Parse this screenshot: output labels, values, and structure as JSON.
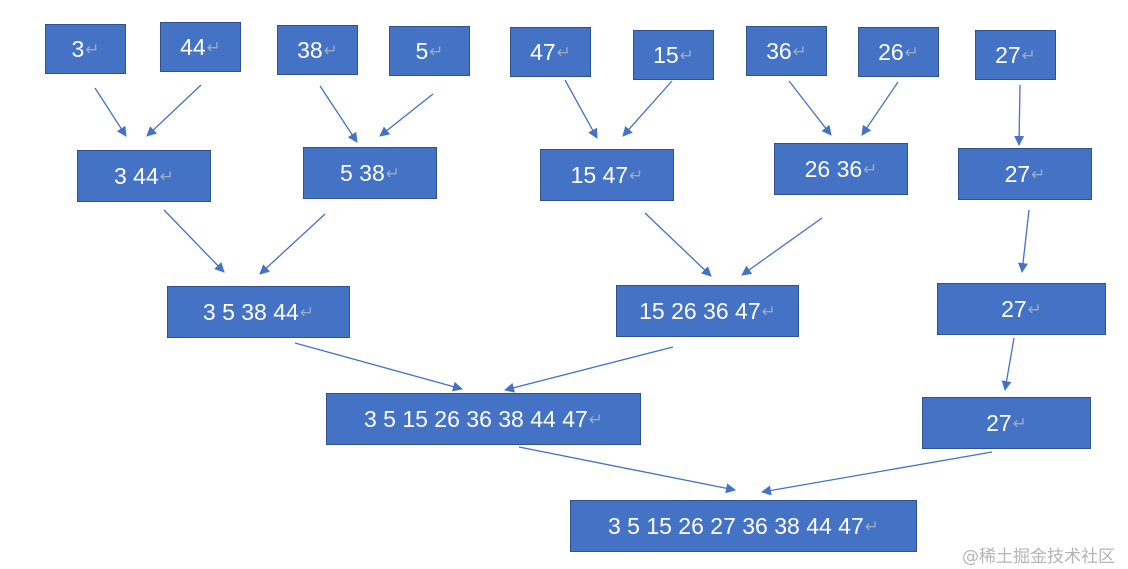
{
  "nodes": [
    {
      "id": "n3",
      "label": "3"
    },
    {
      "id": "n44",
      "label": "44"
    },
    {
      "id": "n38",
      "label": "38"
    },
    {
      "id": "n5",
      "label": "5"
    },
    {
      "id": "n47",
      "label": "47"
    },
    {
      "id": "n15",
      "label": "15"
    },
    {
      "id": "n36",
      "label": "36"
    },
    {
      "id": "n26",
      "label": "26"
    },
    {
      "id": "n27a",
      "label": "27"
    },
    {
      "id": "m1",
      "label": "3 44"
    },
    {
      "id": "m2",
      "label": "5 38"
    },
    {
      "id": "m3",
      "label": "15 47"
    },
    {
      "id": "m4",
      "label": "26 36"
    },
    {
      "id": "m5",
      "label": "27"
    },
    {
      "id": "p1",
      "label": "3 5 38 44"
    },
    {
      "id": "p2",
      "label": "15 26 36 47"
    },
    {
      "id": "p3",
      "label": "27"
    },
    {
      "id": "q1",
      "label": "3 5 15 26 36 38 44 47"
    },
    {
      "id": "q2",
      "label": "27"
    },
    {
      "id": "r1",
      "label": "3 5 15 26 27 36 38 44 47"
    }
  ],
  "return_mark": "↵",
  "node_colors": {
    "fill": "#4472c4",
    "border": "#2f528f",
    "text": "#ffffff",
    "arrow": "#4472c4"
  },
  "watermark": "@稀土掘金技术社区"
}
